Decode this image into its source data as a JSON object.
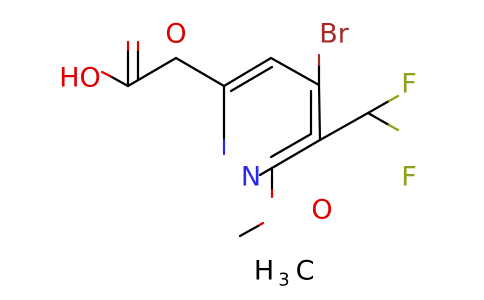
{
  "molecule": {
    "atoms": {
      "oxygen_carbonyl": "O",
      "hydroxyl": "HO",
      "bromine": "Br",
      "fluorine_1": "F",
      "fluorine_2": "F",
      "ring_nitrogen": "N",
      "ether_oxygen": "O",
      "methyl_h": "H",
      "methyl_sub": "3",
      "methyl_c": "C"
    },
    "colors": {
      "bond": "#000000",
      "oxygen": "#e00000",
      "nitrogen": "#2a2aee",
      "bromine": "#a52a2a",
      "fluorine": "#8fa01a"
    }
  }
}
